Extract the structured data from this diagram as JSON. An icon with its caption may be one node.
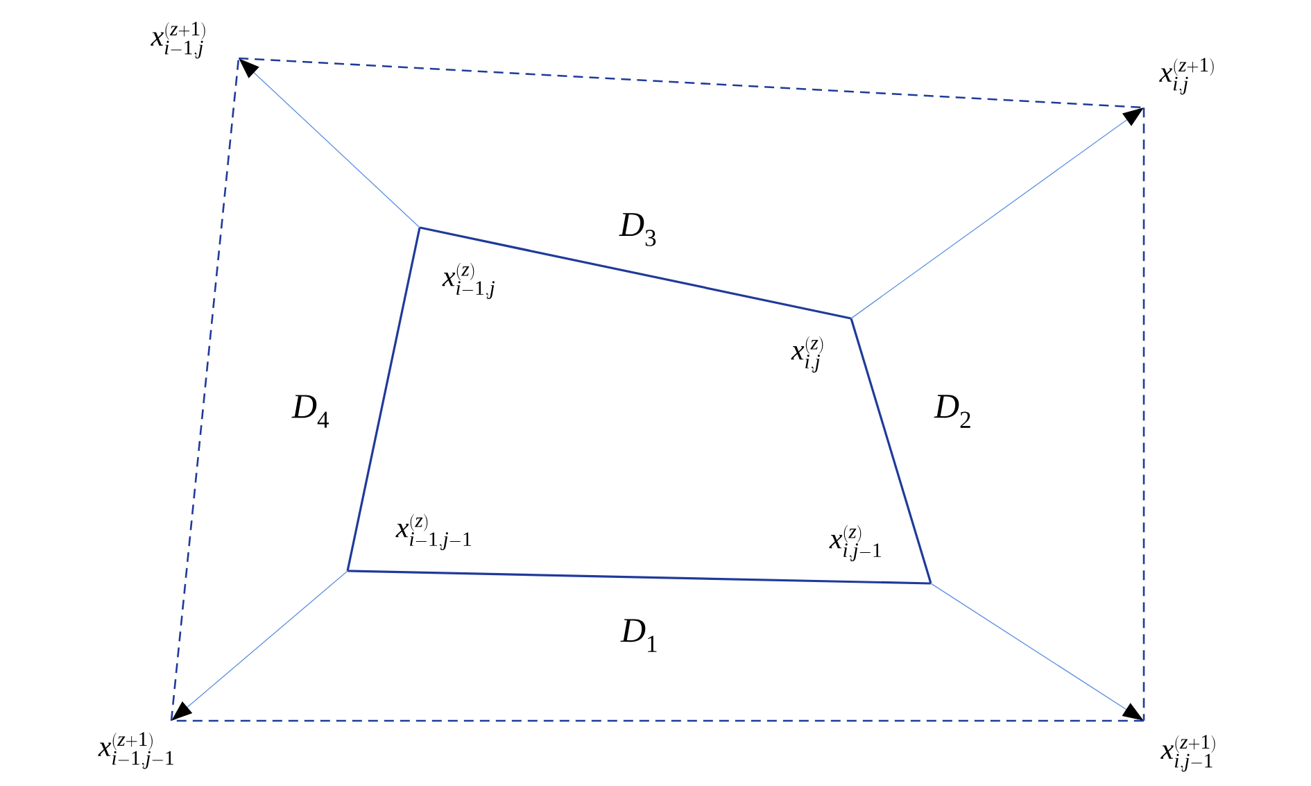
{
  "diagram": {
    "nodes": [
      {
        "text": [
          "x_{i-1,j}^{(z+1)}"
        ]
      },
      {
        "text": [
          "x_{i,j}^{(z+1)}"
        ]
      },
      {
        "text": [
          "x_{i-1,j}^{(z)}"
        ]
      },
      {
        "text": [
          "x_{i,j}^{(z)}"
        ]
      },
      {
        "text": [
          "x_{i-1,j-1}^{(z)}"
        ]
      },
      {
        "text": [
          "x_{i,j-1}^{(z)}"
        ]
      },
      {
        "text": [
          "x_{i-1,j-1}^{(z+1)}"
        ]
      },
      {
        "text": [
          "x_{i,j-1}^{(z+1)}"
        ]
      }
    ],
    "edges": [
      {
        "from": 2,
        "to": 3,
        "arrow": "none"
      },
      {
        "from": 3,
        "to": 5,
        "arrow": "none"
      },
      {
        "from": 5,
        "to": 4,
        "arrow": "none"
      },
      {
        "from": 4,
        "to": 2,
        "arrow": "none"
      },
      {
        "from": 2,
        "to": 0,
        "arrow": "to",
        "color": "#5b8fe0"
      },
      {
        "from": 3,
        "to": 1,
        "arrow": "to",
        "color": "#5b8fe0"
      },
      {
        "from": 5,
        "to": 7,
        "arrow": "to",
        "color": "#5b8fe0"
      },
      {
        "from": 4,
        "to": 6,
        "arrow": "to",
        "color": "#5b8fe0"
      },
      {
        "from": 0,
        "to": 1,
        "arrow": "none",
        "style": "dashed"
      },
      {
        "from": 1,
        "to": 7,
        "arrow": "none",
        "style": "dashed"
      },
      {
        "from": 7,
        "to": 6,
        "arrow": "none",
        "style": "dashed"
      },
      {
        "from": 6,
        "to": 0,
        "arrow": "none",
        "style": "dashed"
      }
    ],
    "labels": [
      "D_3",
      "D_4",
      "D_2",
      "D_1"
    ]
  }
}
